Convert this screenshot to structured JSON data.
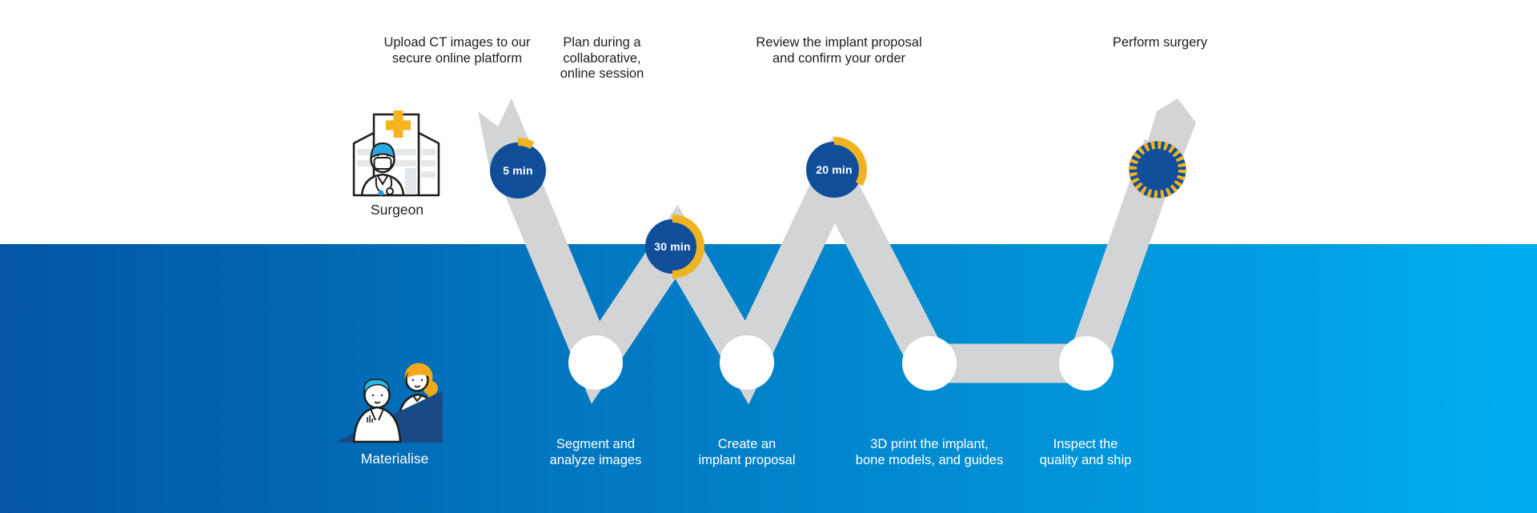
{
  "colors": {
    "brand_dark_blue": "#114e9a",
    "accent_yellow": "#f0b321",
    "ribbon_gray": "#d2d4d6",
    "bg_left": "#0356a4",
    "bg_right": "#00aeef",
    "text_dark": "#1d1d1b",
    "text_light": "#ffffff",
    "node_white": "#ffffff",
    "ramp_navy": "#1a4a85",
    "cap_cyan": "#2aa9e1",
    "hair_orange": "#f4a91c"
  },
  "actors": {
    "surgeon": {
      "label": "Surgeon",
      "icon": "surgeon-hospital-icon"
    },
    "materialise": {
      "label": "Materialise",
      "icon": "materialise-team-icon"
    }
  },
  "surgeon_steps": [
    {
      "label_lines": [
        "Upload CT images to our",
        "secure online platform"
      ],
      "duration": "5 min",
      "minutes": 5
    },
    {
      "label_lines": [
        "Plan during a",
        "collaborative,",
        "online session"
      ],
      "duration": "30 min",
      "minutes": 30
    },
    {
      "label_lines": [
        "Review the implant proposal",
        "and confirm your order"
      ],
      "duration": "20 min",
      "minutes": 20
    },
    {
      "label_lines": [
        "Perform surgery"
      ],
      "duration": ""
    }
  ],
  "materialise_steps": [
    {
      "label_lines": [
        "Segment and",
        "analyze images"
      ]
    },
    {
      "label_lines": [
        "Create an",
        "implant proposal"
      ]
    },
    {
      "label_lines": [
        "3D print the implant,",
        "bone models, and guides"
      ]
    },
    {
      "label_lines": [
        "Inspect the",
        "quality and ship"
      ]
    }
  ]
}
